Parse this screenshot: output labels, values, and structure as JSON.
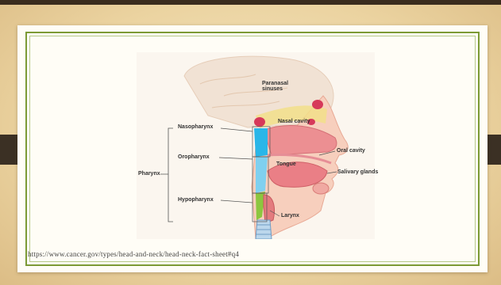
{
  "diagram": {
    "labels": {
      "paranasal_sinuses_1": "Paranasal",
      "paranasal_sinuses_2": "sinuses",
      "nasal_cavity": "Nasal cavity",
      "nasopharynx": "Nasopharynx",
      "pharynx": "Pharynx",
      "oropharynx": "Oropharynx",
      "oral_cavity": "Oral cavity",
      "tongue": "Tongue",
      "salivary_glands": "Salivary glands",
      "hypopharynx": "Hypopharynx",
      "larynx": "Larynx"
    }
  },
  "caption": "https://www.cancer.gov/types/head-and-neck/head-neck-fact-sheet#q4",
  "colors": {
    "frame_green": "#7c9a35",
    "nasopharynx_blue": "#29b6e8",
    "oropharynx_blue": "#7fd0ef",
    "hypopharynx_green": "#8cc63f",
    "skin": "#f4c6b3",
    "tissue_pink": "#e8858a"
  }
}
